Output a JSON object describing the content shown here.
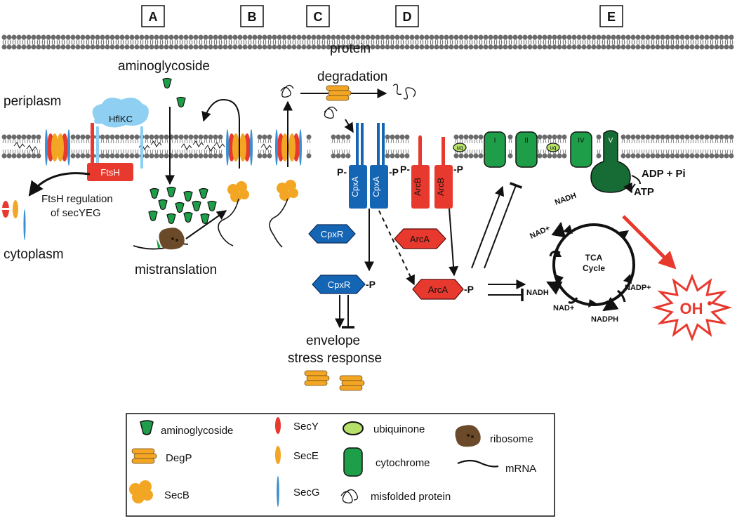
{
  "panels": [
    "A",
    "B",
    "C",
    "D",
    "E"
  ],
  "compartments": {
    "periplasm": "periplasm",
    "cytoplasm": "cytoplasm"
  },
  "labels": {
    "aminoglycoside": "aminoglycoside",
    "protein_degradation_1": "protein",
    "protein_degradation_2": "degradation",
    "mistranslation": "mistranslation",
    "ftsh_reg_1": "FtsH regulation",
    "ftsh_reg_2": "of secYEG",
    "envelope_1": "envelope",
    "envelope_2": "stress response",
    "hflkc": "HflKC",
    "ftsh": "FtsH",
    "cpxa": "CpxA",
    "cpxr": "CpxR",
    "arcb": "ArcB",
    "arca": "ArcA",
    "phos": "P",
    "uq": "uq",
    "complex_i": "I",
    "complex_ii": "II",
    "complex_iv": "IV",
    "complex_v": "V",
    "adp": "ADP + Pi",
    "atp": "ATP",
    "tca_1": "TCA",
    "tca_2": "Cycle",
    "nadh": "NADH",
    "nad": "NAD+",
    "nadp": "NADP+",
    "nadph": "NADPH",
    "oh": "OH"
  },
  "legend": {
    "aminoglycoside": "aminoglycoside",
    "degp": "DegP",
    "secb": "SecB",
    "secy": "SecY",
    "sece": "SecE",
    "secg": "SecG",
    "ubiquinone": "ubiquinone",
    "cytochrome": "cytochrome",
    "misfolded": "misfolded protein",
    "ribosome": "ribosome",
    "mrna": "mRNA"
  },
  "colors": {
    "membrane": "#6b6b6b",
    "cpx_blue": "#1565b5",
    "arc_red": "#e8392e",
    "green": "#1e9e48",
    "dark_green": "#176b34",
    "secy": "#e8392e",
    "sece": "#f3a623",
    "secg": "#3a8fd0",
    "hflkc": "#8ecff2",
    "degp": "#f3a623",
    "ribosome": "#6b4a2a",
    "uq": "#b5e06a"
  }
}
